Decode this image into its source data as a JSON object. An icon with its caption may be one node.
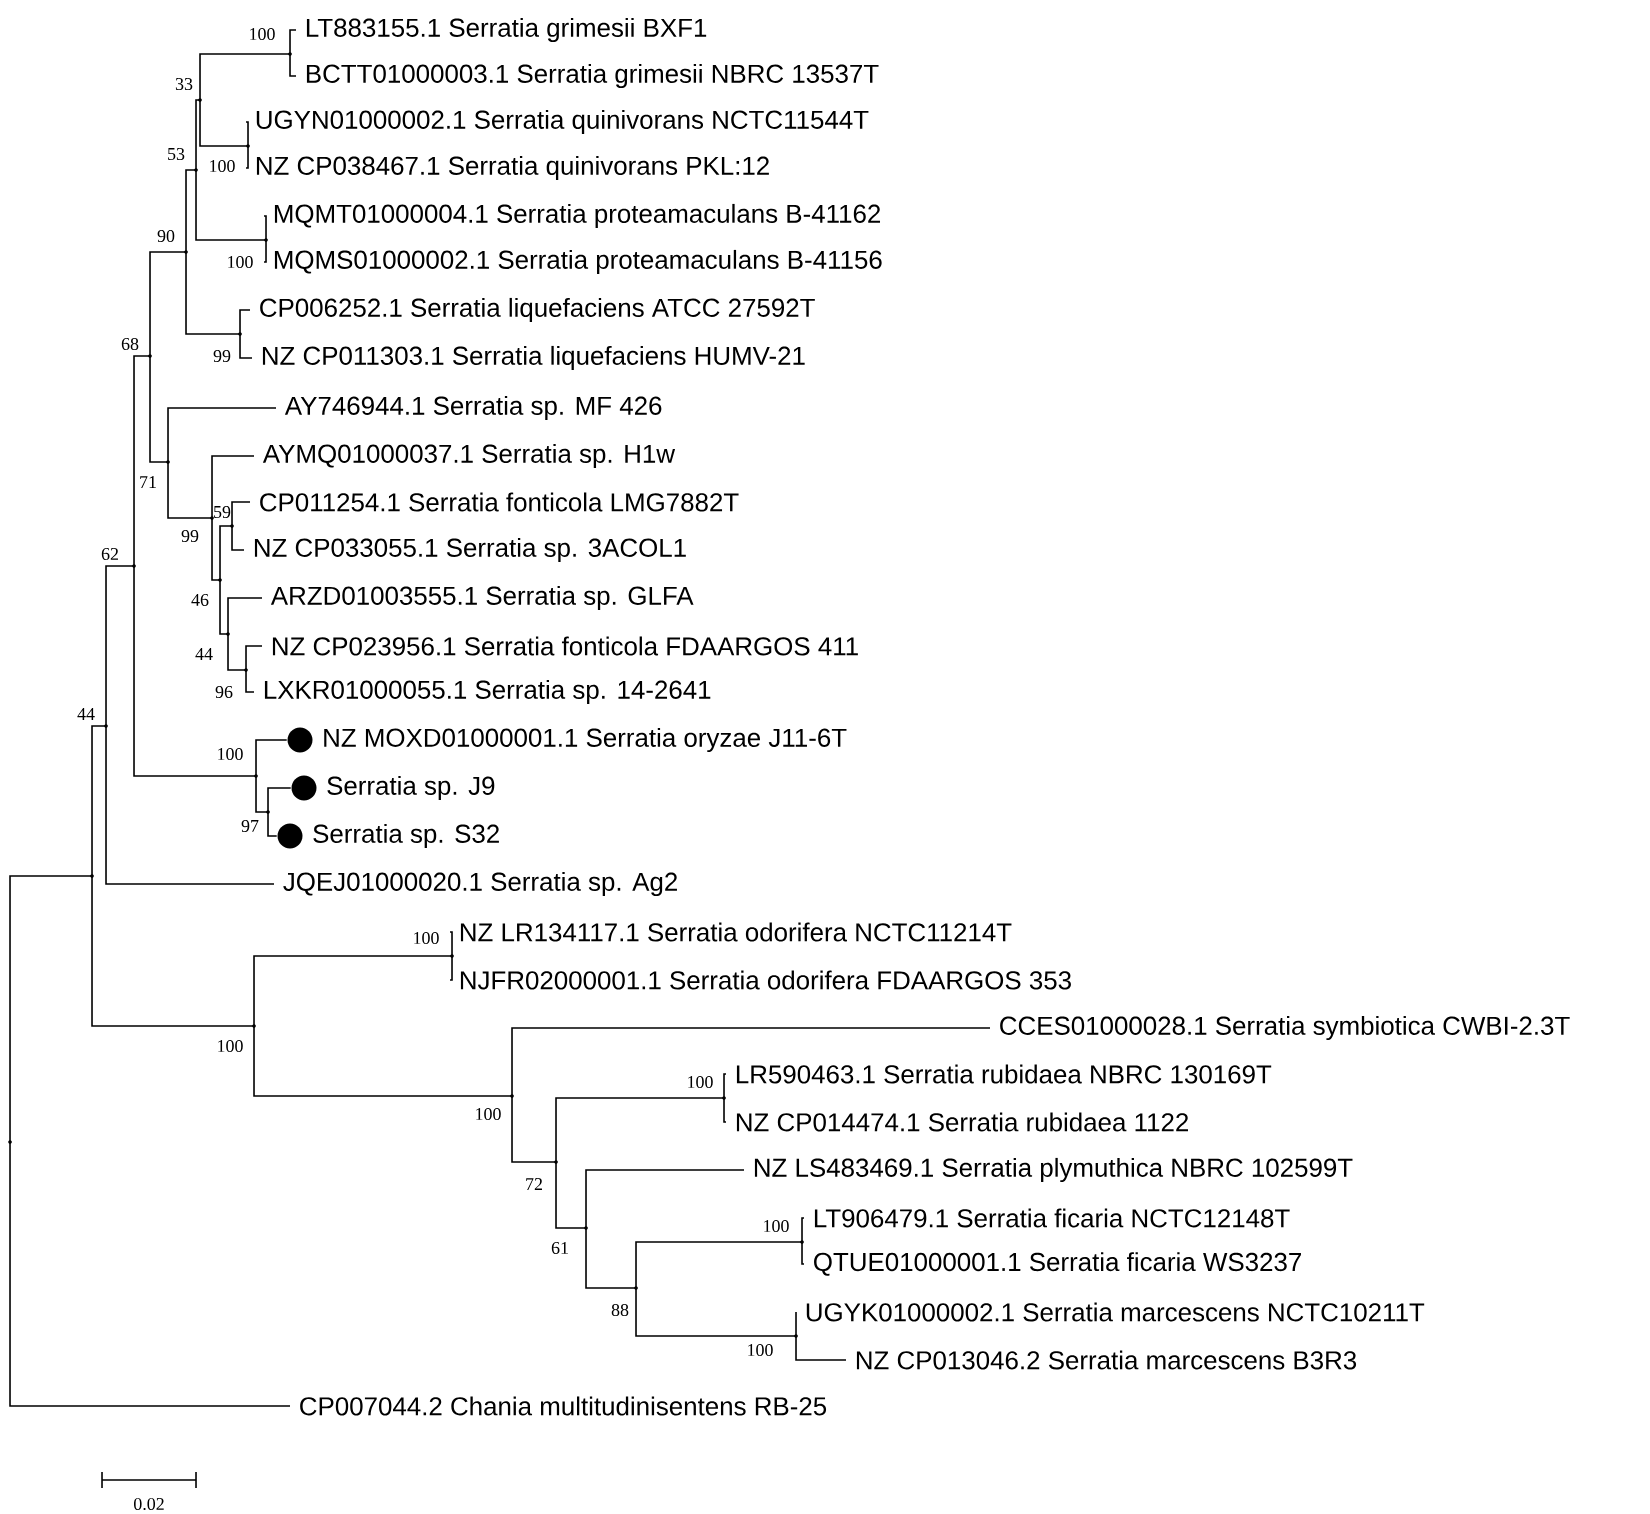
{
  "diagram": {
    "nodes": [
      {
        "text": [
          "LT883155.1 Serratia grimesii BXF1"
        ]
      },
      {
        "text": [
          "BCTT01000003.1 Serratia grimesii NBRC 13537T"
        ]
      },
      {
        "text": [
          "UGYN01000002.1 Serratia quinivorans NCTC11544T"
        ]
      },
      {
        "text": [
          "NZ CP038467.1 Serratia quinivorans PKL:12"
        ]
      },
      {
        "text": [
          "MQMT01000004.1 Serratia proteamaculans B-41162"
        ]
      },
      {
        "text": [
          "MQMS01000002.1 Serratia proteamaculans B-41156"
        ]
      },
      {
        "text": [
          "CP006252.1 Serratia liquefaciens ATCC 27592T"
        ]
      },
      {
        "text": [
          "NZ CP011303.1 Serratia liquefaciens HUMV-21"
        ]
      },
      {
        "text": [
          "AY746944.1 Serratia sp. MF 426"
        ]
      },
      {
        "text": [
          "AYMQ01000037.1 Serratia sp. H1w"
        ]
      },
      {
        "text": [
          "CP011254.1 Serratia fonticola LMG7882T"
        ]
      },
      {
        "text": [
          "NZ CP033055.1 Serratia sp. 3ACOL1"
        ]
      },
      {
        "text": [
          "ARZD01003555.1 Serratia sp. GLFA"
        ]
      },
      {
        "text": [
          "NZ CP023956.1 Serratia fonticola FDAARGOS 411"
        ]
      },
      {
        "text": [
          "LXKR01000055.1 Serratia sp. 14-2641"
        ]
      },
      {
        "text": [],
        "shape": "circle",
        "beside": [
          "NZ MOXD01000001.1 Serratia oryzae J11-6T"
        ]
      },
      {
        "text": [],
        "shape": "circle",
        "beside": [
          "Serratia sp. J9"
        ]
      },
      {
        "text": [],
        "shape": "circle",
        "beside": [
          "Serratia sp. S32"
        ]
      },
      {
        "text": [
          "JQEJ01000020.1 Serratia sp. Ag2"
        ]
      },
      {
        "text": [
          "NZ LR134117.1 Serratia odorifera NCTC11214T"
        ]
      },
      {
        "text": [
          "NJFR02000001.1 Serratia odorifera FDAARGOS 353"
        ]
      },
      {
        "text": [
          "CCES01000028.1 Serratia symbiotica CWBI-2.3T"
        ]
      },
      {
        "text": [
          "LR590463.1 Serratia rubidaea NBRC 130169T"
        ]
      },
      {
        "text": [
          "NZ CP014474.1 Serratia rubidaea 1122"
        ]
      },
      {
        "text": [
          "NZ LS483469.1 Serratia plymuthica NBRC 102599T"
        ]
      },
      {
        "text": [
          "LT906479.1 Serratia ficaria NCTC12148T"
        ]
      },
      {
        "text": [
          "QTUE01000001.1 Serratia ficaria WS3237"
        ]
      },
      {
        "text": [
          "UGYK01000002.1 Serratia marcescens NCTC10211T"
        ]
      },
      {
        "text": [
          "NZ CP013046.2 Serratia marcescens B3R3"
        ]
      },
      {
        "text": [
          "CP007044.2 Chania multitudinisentens RB-25"
        ]
      },
      {
        "text": [],
        "shape": "point",
        "beside": [
          "100"
        ]
      },
      {
        "text": [],
        "shape": "point",
        "beside": [
          "100"
        ]
      },
      {
        "text": [],
        "shape": "point",
        "beside": [
          "33"
        ]
      },
      {
        "text": [],
        "shape": "point",
        "beside": [
          "100"
        ]
      },
      {
        "text": [],
        "shape": "point",
        "beside": [
          "53"
        ]
      },
      {
        "text": [],
        "shape": "point",
        "beside": [
          "99"
        ]
      },
      {
        "text": [],
        "shape": "point",
        "beside": [
          "90"
        ]
      },
      {
        "text": [],
        "shape": "point",
        "beside": [
          "59"
        ]
      },
      {
        "text": [],
        "shape": "point",
        "beside": [
          "96"
        ]
      },
      {
        "text": [],
        "shape": "point",
        "beside": [
          "44"
        ]
      },
      {
        "text": [],
        "shape": "point",
        "beside": [
          "46"
        ]
      },
      {
        "text": [],
        "shape": "point",
        "beside": [
          "99"
        ]
      },
      {
        "text": [],
        "shape": "point",
        "beside": [
          "71"
        ]
      },
      {
        "text": [],
        "shape": "point",
        "beside": [
          "68"
        ]
      },
      {
        "text": [],
        "shape": "point",
        "beside": [
          "97"
        ]
      },
      {
        "text": [],
        "shape": "point",
        "beside": [
          "100"
        ]
      },
      {
        "text": [],
        "shape": "point",
        "beside": [
          "62"
        ]
      },
      {
        "text": [],
        "shape": "point",
        "beside": [
          "44"
        ]
      },
      {
        "text": [],
        "shape": "point",
        "beside": [
          "100"
        ]
      },
      {
        "text": [],
        "shape": "point",
        "beside": [
          "100"
        ]
      },
      {
        "text": [],
        "shape": "point",
        "beside": [
          "100"
        ]
      },
      {
        "text": [],
        "shape": "point",
        "beside": [
          "100"
        ]
      },
      {
        "text": [],
        "shape": "point",
        "beside": [
          "88"
        ]
      },
      {
        "text": [],
        "shape": "point",
        "beside": [
          "61"
        ]
      },
      {
        "text": [],
        "shape": "point",
        "beside": [
          "72"
        ]
      },
      {
        "text": [],
        "shape": "point",
        "beside": [
          "100"
        ]
      },
      {
        "text": [],
        "shape": "point",
        "beside": [
          "100"
        ]
      },
      {
        "text": [],
        "shape": "point"
      },
      {
        "text": [],
        "shape": "point"
      }
    ],
    "edges": [
      {
        "from": 30,
        "to": 0,
        "arrow": "none"
      },
      {
        "from": 30,
        "to": 1,
        "arrow": "none"
      },
      {
        "from": 31,
        "to": 2,
        "arrow": "none"
      },
      {
        "from": 31,
        "to": 3,
        "arrow": "none"
      },
      {
        "from": 32,
        "to": 30,
        "arrow": "none"
      },
      {
        "from": 32,
        "to": 31,
        "arrow": "none"
      },
      {
        "from": 33,
        "to": 4,
        "arrow": "none"
      },
      {
        "from": 33,
        "to": 5,
        "arrow": "none"
      },
      {
        "from": 34,
        "to": 32,
        "arrow": "none"
      },
      {
        "from": 34,
        "to": 33,
        "arrow": "none"
      },
      {
        "from": 35,
        "to": 6,
        "arrow": "none"
      },
      {
        "from": 35,
        "to": 7,
        "arrow": "none"
      },
      {
        "from": 36,
        "to": 34,
        "arrow": "none"
      },
      {
        "from": 36,
        "to": 35,
        "arrow": "none"
      },
      {
        "from": 37,
        "to": 10,
        "arrow": "none"
      },
      {
        "from": 37,
        "to": 11,
        "arrow": "none"
      },
      {
        "from": 38,
        "to": 13,
        "arrow": "none"
      },
      {
        "from": 38,
        "to": 14,
        "arrow": "none"
      },
      {
        "from": 39,
        "to": 12,
        "arrow": "none"
      },
      {
        "from": 39,
        "to": 38,
        "arrow": "none"
      },
      {
        "from": 40,
        "to": 37,
        "arrow": "none"
      },
      {
        "from": 40,
        "to": 39,
        "arrow": "none"
      },
      {
        "from": 41,
        "to": 9,
        "arrow": "none"
      },
      {
        "from": 41,
        "to": 40,
        "arrow": "none"
      },
      {
        "from": 42,
        "to": 8,
        "arrow": "none"
      },
      {
        "from": 42,
        "to": 41,
        "arrow": "none"
      },
      {
        "from": 43,
        "to": 36,
        "arrow": "none"
      },
      {
        "from": 43,
        "to": 42,
        "arrow": "none"
      },
      {
        "from": 44,
        "to": 16,
        "arrow": "none"
      },
      {
        "from": 44,
        "to": 17,
        "arrow": "none"
      },
      {
        "from": 45,
        "to": 15,
        "arrow": "none"
      },
      {
        "from": 45,
        "to": 44,
        "arrow": "none"
      },
      {
        "from": 46,
        "to": 43,
        "arrow": "none"
      },
      {
        "from": 46,
        "to": 45,
        "arrow": "none"
      },
      {
        "from": 47,
        "to": 46,
        "arrow": "none"
      },
      {
        "from": 47,
        "to": 18,
        "arrow": "none"
      },
      {
        "from": 48,
        "to": 19,
        "arrow": "none"
      },
      {
        "from": 48,
        "to": 20,
        "arrow": "none"
      },
      {
        "from": 49,
        "to": 22,
        "arrow": "none"
      },
      {
        "from": 49,
        "to": 23,
        "arrow": "none"
      },
      {
        "from": 50,
        "to": 25,
        "arrow": "none"
      },
      {
        "from": 50,
        "to": 26,
        "arrow": "none"
      },
      {
        "from": 51,
        "to": 27,
        "arrow": "none"
      },
      {
        "from": 51,
        "to": 28,
        "arrow": "none"
      },
      {
        "from": 52,
        "to": 50,
        "arrow": "none"
      },
      {
        "from": 52,
        "to": 51,
        "arrow": "none"
      },
      {
        "from": 53,
        "to": 24,
        "arrow": "none"
      },
      {
        "from": 53,
        "to": 52,
        "arrow": "none"
      },
      {
        "from": 54,
        "to": 49,
        "arrow": "none"
      },
      {
        "from": 54,
        "to": 53,
        "arrow": "none"
      },
      {
        "from": 55,
        "to": 21,
        "arrow": "none"
      },
      {
        "from": 55,
        "to": 54,
        "arrow": "none"
      },
      {
        "from": 56,
        "to": 48,
        "arrow": "none"
      },
      {
        "from": 56,
        "to": 55,
        "arrow": "none"
      },
      {
        "from": 57,
        "to": 47,
        "arrow": "none"
      },
      {
        "from": 57,
        "to": 56,
        "arrow": "none"
      },
      {
        "from": 58,
        "to": 57,
        "arrow": "none"
      },
      {
        "from": 58,
        "to": 29,
        "arrow": "none"
      }
    ],
    "labels": [
      "0.02"
    ]
  }
}
